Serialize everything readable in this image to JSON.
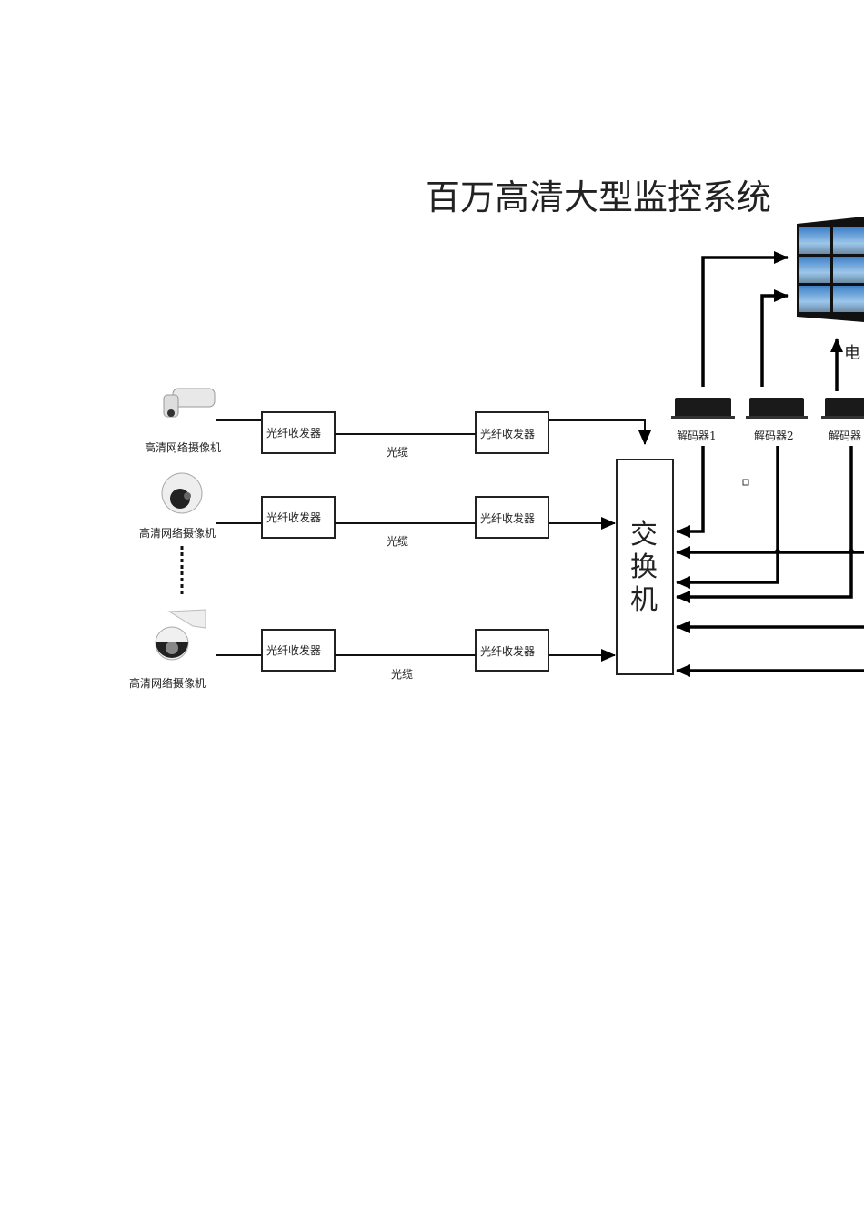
{
  "title": "百万高清大型监控系统",
  "camera_label": "高清网络摄像机",
  "transceiver_label": "光纤收发器",
  "cable_label": "光缆",
  "switch_label": [
    "交",
    "换",
    "机"
  ],
  "decoders": [
    "解码器1",
    "解码器2",
    "解码器"
  ],
  "wall_label": "电",
  "colors": {
    "line": "#111111",
    "wall_sky": "#5a9ad6",
    "decoder_body": "#1a1a1a"
  }
}
